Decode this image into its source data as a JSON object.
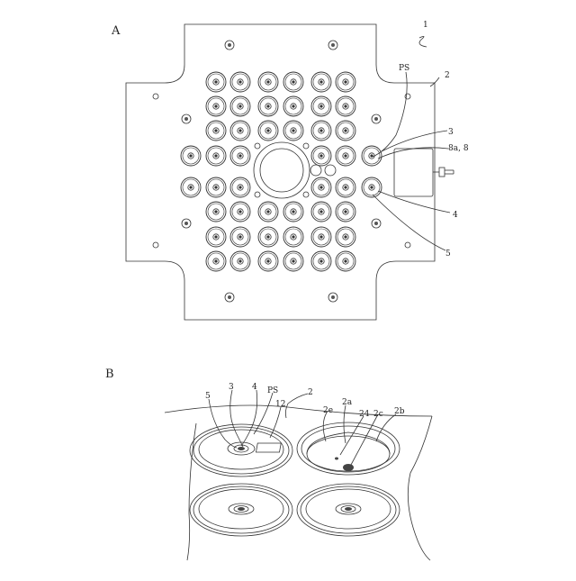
{
  "panel_a": {
    "panel_label": "A",
    "labels": {
      "ref_1": "1",
      "ps": "PS",
      "ref_2": "2",
      "ref_3": "3",
      "ref_8a8": "8a, 8",
      "ref_4": "4",
      "ref_5": "5"
    }
  },
  "panel_b": {
    "panel_label": "B",
    "labels": {
      "ref_5": "5",
      "ref_3": "3",
      "ref_4": "4",
      "ps": "PS",
      "ref_12": "12",
      "ref_2": "2",
      "ref_2e": "2e",
      "ref_2a": "2a",
      "ref_24": "24",
      "ref_2c": "2c",
      "ref_2b": "2b"
    }
  }
}
